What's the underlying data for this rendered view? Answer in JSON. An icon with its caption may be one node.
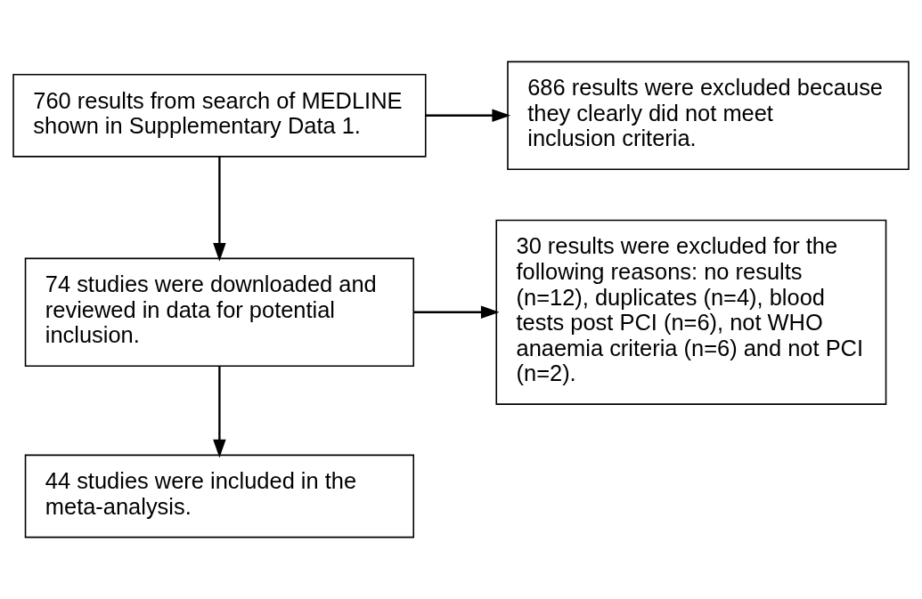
{
  "diagram": {
    "nodes": [
      {
        "text": [
          "760 results from search of MEDLINE shown in Supplementary Data 1."
        ]
      },
      {
        "text": [
          "686 results were excluded because they clearly did not meet inclusion criteria."
        ]
      },
      {
        "text": [
          "74 studies were downloaded and reviewed in data for potential inclusion."
        ]
      },
      {
        "text": [
          "30 results were excluded for the following reasons: no results (n=12), duplicates (n=4), blood tests post PCI (n=6), not WHO anaemia criteria (n=6) and not PCI (n=2)."
        ]
      },
      {
        "text": [
          "44 studies were included in the meta-analysis."
        ]
      }
    ],
    "edges": [
      {
        "from": 0,
        "to": 2,
        "arrow": "to"
      },
      {
        "from": 0,
        "to": 1,
        "arrow": "to"
      },
      {
        "from": 2,
        "to": 4,
        "arrow": "to"
      },
      {
        "from": 2,
        "to": 3,
        "arrow": "to"
      }
    ]
  }
}
